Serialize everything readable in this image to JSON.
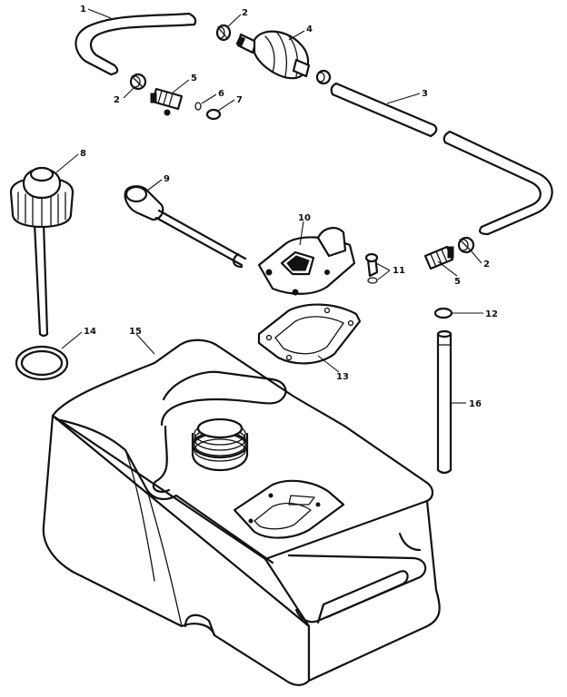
{
  "diagram": {
    "callouts": {
      "c1": "1",
      "c2a": "2",
      "c2b": "2",
      "c2c": "2",
      "c3": "3",
      "c4": "4",
      "c5a": "5",
      "c5b": "5",
      "c6": "6",
      "c7": "7",
      "c8": "8",
      "c9": "9",
      "c10": "10",
      "c11": "11",
      "c12": "12",
      "c13": "13",
      "c14": "14",
      "c15": "15",
      "c16": "16"
    }
  }
}
